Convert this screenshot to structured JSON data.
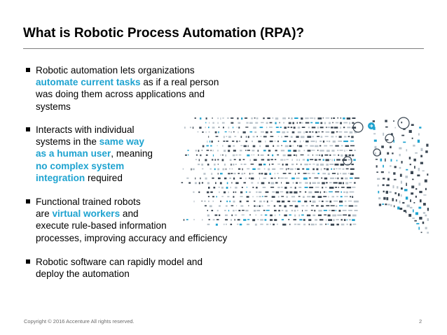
{
  "slide": {
    "title": "What is Robotic Process Automation (RPA)?",
    "bullets": [
      {
        "lines": [
          [
            {
              "t": "Robotic automation lets organizations",
              "h": false
            }
          ],
          [
            {
              "t": "automate current tasks",
              "h": true
            },
            {
              "t": " as if a real person",
              "h": false
            }
          ],
          [
            {
              "t": "was doing them across applications and",
              "h": false
            }
          ],
          [
            {
              "t": "systems",
              "h": false
            }
          ]
        ]
      },
      {
        "lines": [
          [
            {
              "t": "Interacts with individual",
              "h": false
            }
          ],
          [
            {
              "t": "systems in the ",
              "h": false
            },
            {
              "t": "same way",
              "h": true
            }
          ],
          [
            {
              "t": "as a human user",
              "h": true
            },
            {
              "t": ", meaning",
              "h": false
            }
          ],
          [
            {
              "t": "no complex system",
              "h": true
            }
          ],
          [
            {
              "t": "integration",
              "h": true
            },
            {
              "t": " required",
              "h": false
            }
          ]
        ]
      },
      {
        "lines": [
          [
            {
              "t": "Functional trained robots",
              "h": false
            }
          ],
          [
            {
              "t": "are ",
              "h": false
            },
            {
              "t": "virtual workers",
              "h": true
            },
            {
              "t": " and",
              "h": false
            }
          ],
          [
            {
              "t": "execute rule-based information",
              "h": false
            }
          ],
          [
            {
              "t": "processes, improving accuracy and efficiency",
              "h": false
            }
          ]
        ]
      },
      {
        "lines": [
          [
            {
              "t": "Robotic software can rapidly model and",
              "h": false
            }
          ],
          [
            {
              "t": "deploy the automation",
              "h": false
            }
          ]
        ]
      }
    ],
    "footer": {
      "copyright": "Copyright © 2016 Accenture  All rights reserved.",
      "page_number": "2"
    },
    "colors": {
      "highlight": "#1ea3d0",
      "art_dark": "#3a4652",
      "art_light": "#b9c3cb"
    },
    "illustration": {
      "icon": "digital-data-stream-illustration"
    }
  }
}
